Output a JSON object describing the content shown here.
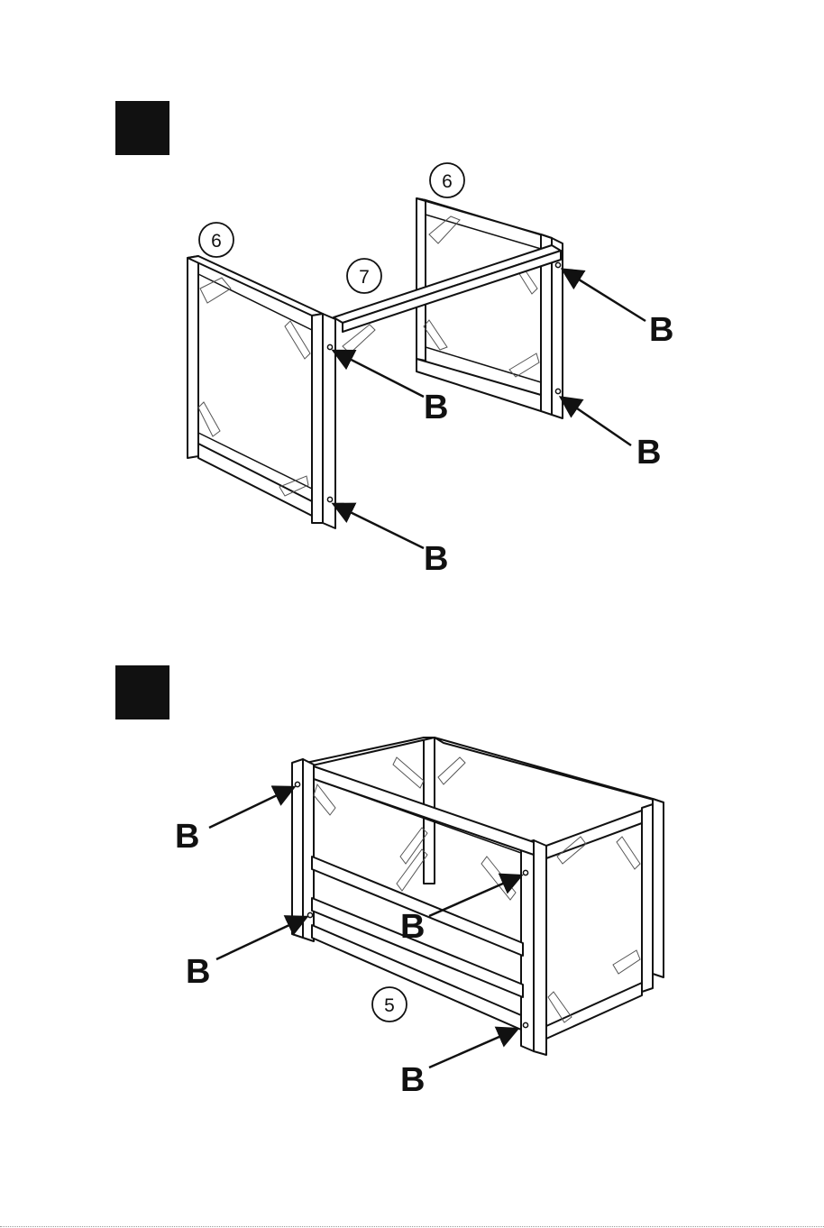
{
  "steps": [
    {
      "parts": {
        "left_frame": "6",
        "right_frame": "6",
        "cross_bar": "7"
      },
      "callouts": [
        "B",
        "B",
        "B",
        "B"
      ]
    },
    {
      "parts": {
        "bottom_rail": "5"
      },
      "callouts": [
        "B",
        "B",
        "B",
        "B"
      ]
    }
  ],
  "colors": {
    "line": "#111111",
    "fill": "#ffffff",
    "step_box": "#111111"
  }
}
